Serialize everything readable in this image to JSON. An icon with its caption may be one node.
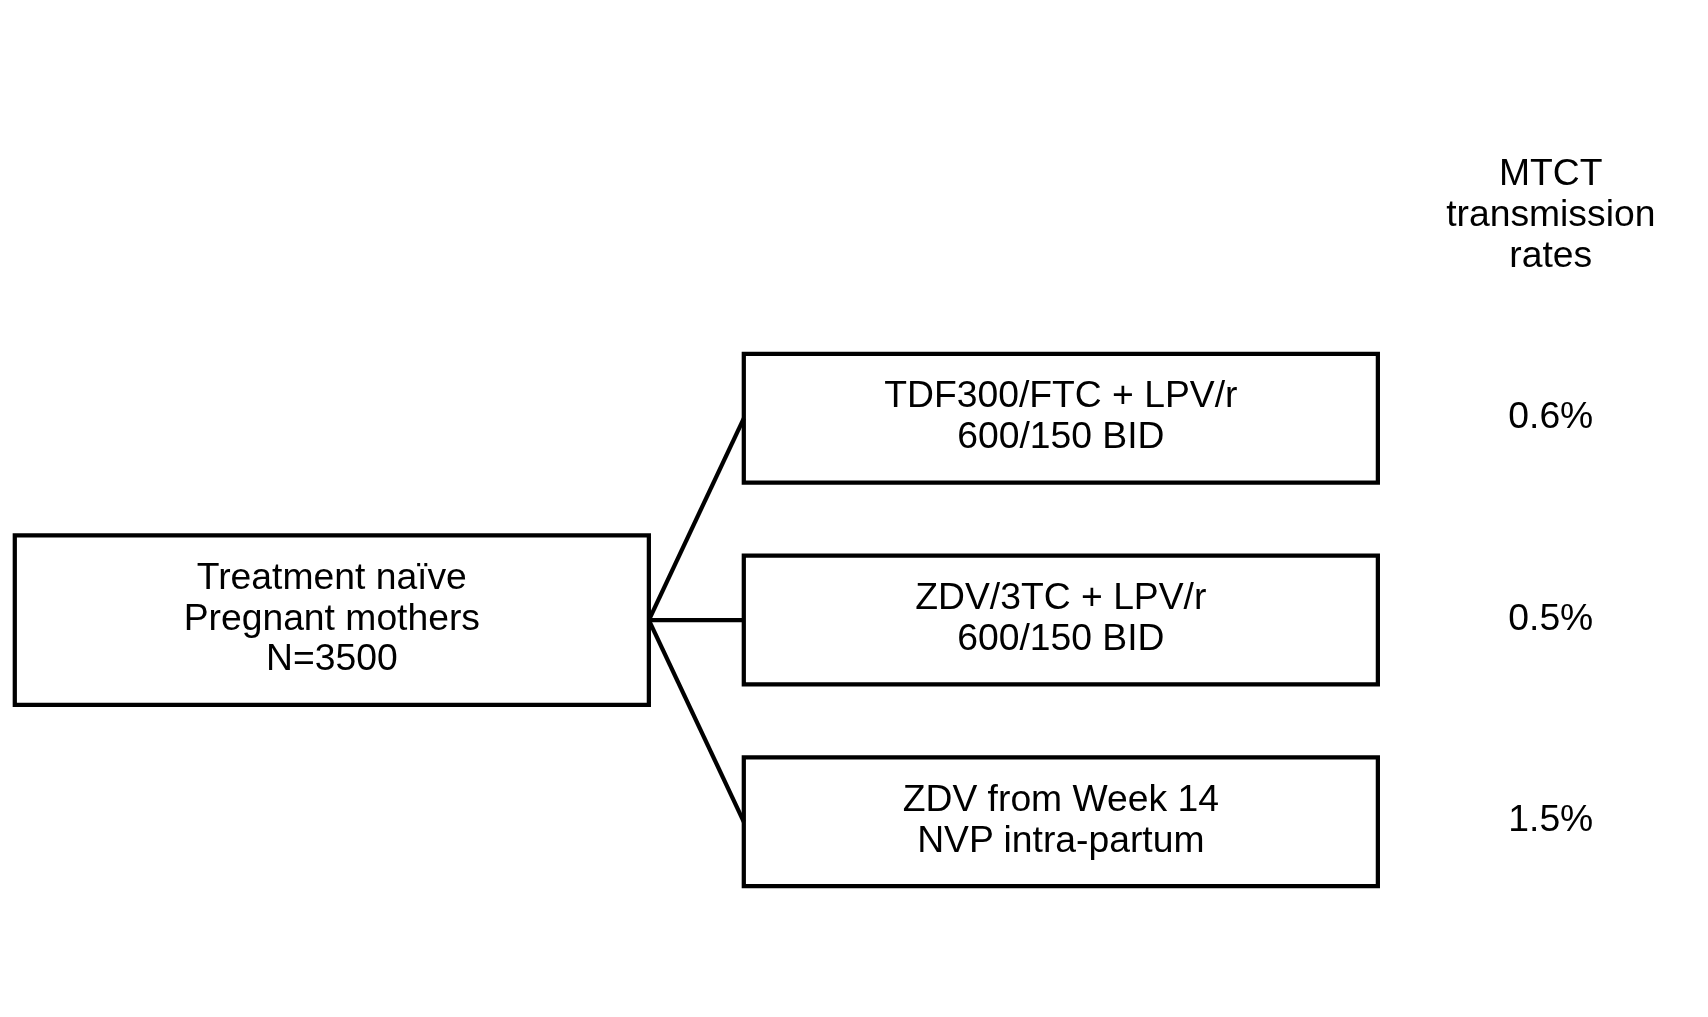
{
  "diagram": {
    "nodes": [
      {
        "text": [
          "Treatment naïve Pregnant mothers N=3500"
        ]
      },
      {
        "text": [
          "TDF300/FTC + LPV/r 600/150 BID"
        ],
        "beside": [
          "0.6%"
        ]
      },
      {
        "text": [
          "ZDV/3TC + LPV/r 600/150 BID"
        ],
        "beside": [
          "0.5%"
        ]
      },
      {
        "text": [
          "ZDV from Week 14 NVP intra-partum"
        ],
        "beside": [
          "1.5%"
        ]
      }
    ],
    "edges": [
      {
        "from": 0,
        "to": 1,
        "arrow": "none"
      },
      {
        "from": 0,
        "to": 2,
        "arrow": "none"
      },
      {
        "from": 0,
        "to": 3,
        "arrow": "none"
      }
    ],
    "labels": [
      "MTCT transmission rates"
    ]
  }
}
